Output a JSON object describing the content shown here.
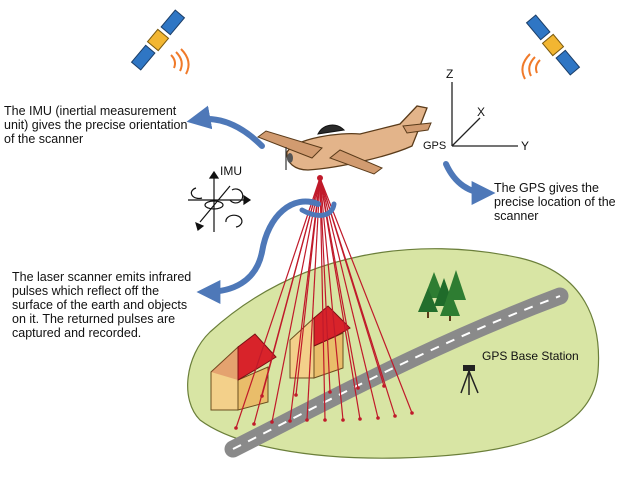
{
  "labels": {
    "imu_description": "The IMU (inertial measurement unit) gives the precise orientation of the scanner",
    "imu": "IMU",
    "gps_description": "The GPS gives the precise location of the scanner",
    "laser_description": "The laser scanner emits infrared pulses which reflect off the surface of the earth and objects on it. The returned pulses are captured and recorded.",
    "gps_base_station": "GPS Base Station",
    "gps": "GPS",
    "axis_x": "X",
    "axis_y": "Y",
    "axis_z": "Z"
  },
  "colors": {
    "ground": "#d8e5a4",
    "road": "#8a8a8a",
    "laser": "#c01a2a",
    "arrow": "#4e78b8",
    "roof": "#d8232a",
    "wall": "#f3d08a",
    "plane": "#e3b48a",
    "tree": "#2e7d32"
  }
}
